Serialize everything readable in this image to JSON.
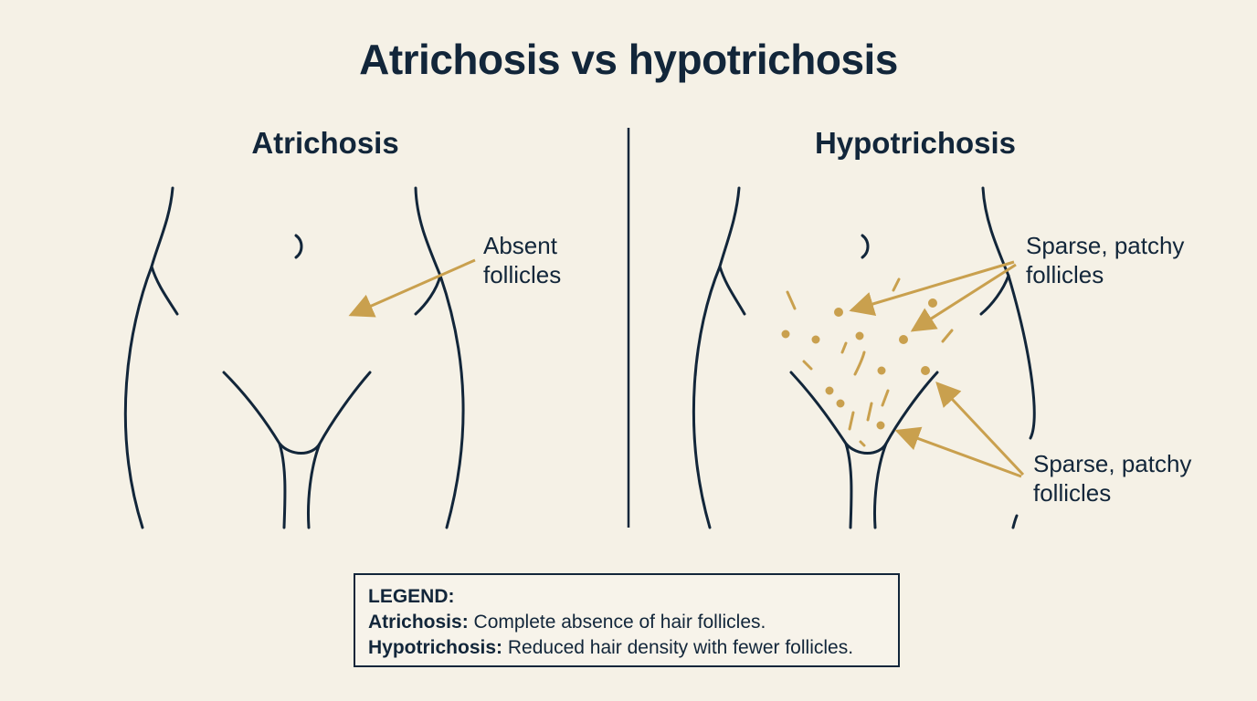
{
  "title": "Atrichosis vs hypotrichosis",
  "panels": {
    "left": {
      "title": "Atrichosis",
      "callout": [
        "Absent",
        "follicles"
      ]
    },
    "right": {
      "title": "Hypotrichosis",
      "callout_top": [
        "Sparse, patchy",
        "follicles"
      ],
      "callout_bottom": [
        "Sparse, patchy",
        "follicles"
      ]
    }
  },
  "legend": {
    "heading": "LEGEND:",
    "items": [
      {
        "term": "Atrichosis:",
        "description": " Complete absence of hair follicles."
      },
      {
        "term": "Hypotrichosis:",
        "description": " Reduced hair density with fewer follicles."
      }
    ]
  },
  "colors": {
    "background": "#f5f1e6",
    "outline": "#12263a",
    "accent": "#c9a04e"
  }
}
